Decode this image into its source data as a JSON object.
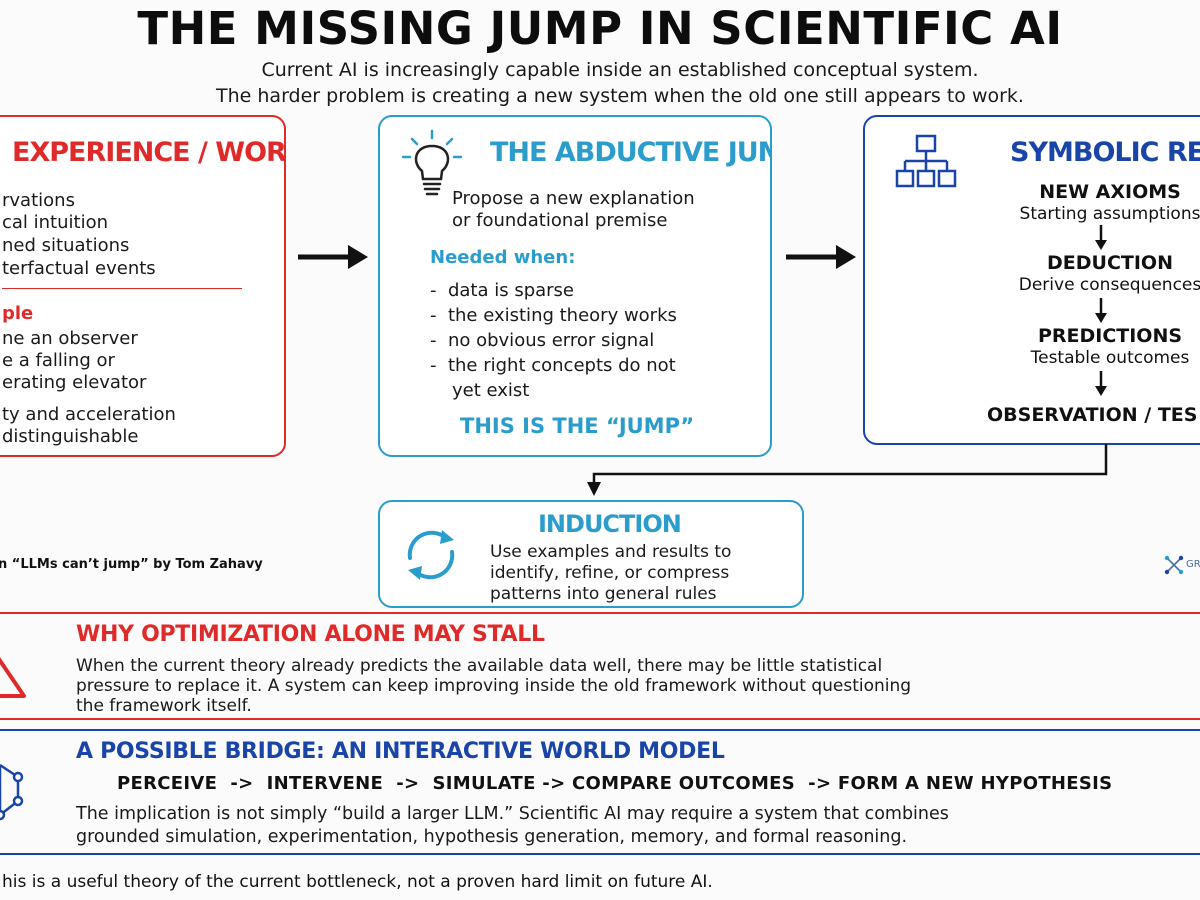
{
  "title": "THE MISSING JUMP IN SCIENTIFIC AI",
  "subtitle_lines": [
    "Current AI is increasingly capable inside an established conceptual system.",
    "The harder problem is creating a new system when the old one still appears to work."
  ],
  "experience": {
    "heading": "EXPERIENCE / WORLD",
    "items": [
      "rvations",
      "cal intuition",
      "ned situations",
      "terfactual events"
    ],
    "example_label": "ple",
    "example_lines": [
      "ne an observer",
      "e a falling or",
      "erating elevator"
    ],
    "conclusion_lines": [
      "ty and acceleration",
      "distinguishable"
    ]
  },
  "abductive": {
    "heading": "THE ABDUCTIVE JUMP",
    "lines": [
      "Propose a new explanation",
      "or foundational premise"
    ],
    "needed_label": "Needed when:",
    "bullets": [
      "data is sparse",
      "the existing theory works",
      "no obvious error signal",
      "the right concepts do not"
    ],
    "bullet_continuation": "yet exist",
    "jump_label": "THIS IS THE “JUMP”"
  },
  "symbolic": {
    "heading": "SYMBOLIC REASON",
    "steps": [
      {
        "title": "NEW AXIOMS",
        "sub": "Starting assumptions"
      },
      {
        "title": "DEDUCTION",
        "sub": "Derive consequences"
      },
      {
        "title": "PREDICTIONS",
        "sub": "Testable outcomes"
      },
      {
        "title": "OBSERVATION / TES",
        "sub": ""
      }
    ]
  },
  "induction": {
    "heading": "INDUCTION",
    "lines": [
      "Use examples and results to",
      "identify, refine, or compress",
      "patterns into general rules"
    ]
  },
  "credit": "“LLMs can’t jump” by Tom Zahavy",
  "credit_prefix": "n",
  "logo_text": "GR",
  "stall": {
    "heading": "WHY OPTIMIZATION ALONE MAY STALL",
    "lines": [
      "When the current theory already predicts the available data well, there may be little statistical",
      "pressure to replace it. A system can keep improving inside the old framework without questioning",
      "the framework itself."
    ]
  },
  "bridge": {
    "heading": "A POSSIBLE BRIDGE: AN INTERACTIVE WORLD MODEL",
    "pipeline": [
      "PERCEIVE",
      "INTERVENE",
      "SIMULATE",
      "COMPARE OUTCOMES",
      "FORM A NEW HYPOTHESIS"
    ],
    "arrow": "->",
    "lines": [
      "The implication is not simply “build a larger LLM.” Scientific AI may require a system that combines",
      "grounded simulation, experimentation, hypothesis generation, memory, and formal reasoning."
    ]
  },
  "footer": "his is a useful theory of the current bottleneck, not a proven hard limit on future AI.",
  "colors": {
    "red": "#e02a2a",
    "cyan": "#2b9dcc",
    "blue": "#1a45a8"
  },
  "icons": [
    "lightbulb-icon",
    "hierarchy-icon",
    "cycle-arrows-icon",
    "warning-triangle-icon",
    "network-icon",
    "logo-icon"
  ]
}
